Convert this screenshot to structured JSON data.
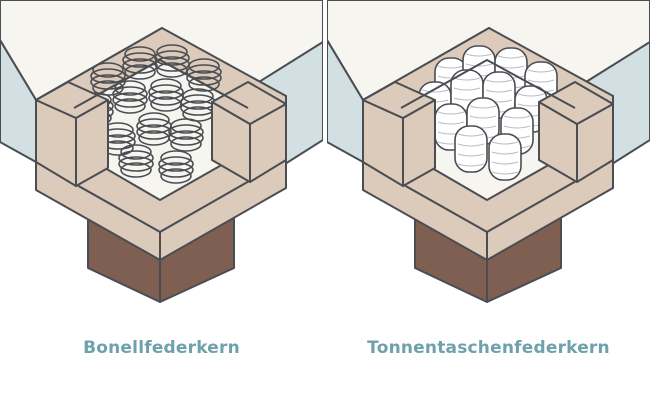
{
  "colors": {
    "outline": "#4a4d52",
    "cover": "#f7f5f0",
    "side": "#d3e0e3",
    "padding": "#dccbba",
    "base": "#7e5f51",
    "spring_fill": "#ffffff",
    "caption": "#6fa1ad"
  },
  "panels": [
    {
      "caption": "Bonellfederkern",
      "core_type": "bonnell"
    },
    {
      "caption": "Tonnentaschenfederkern",
      "core_type": "pocket"
    }
  ]
}
